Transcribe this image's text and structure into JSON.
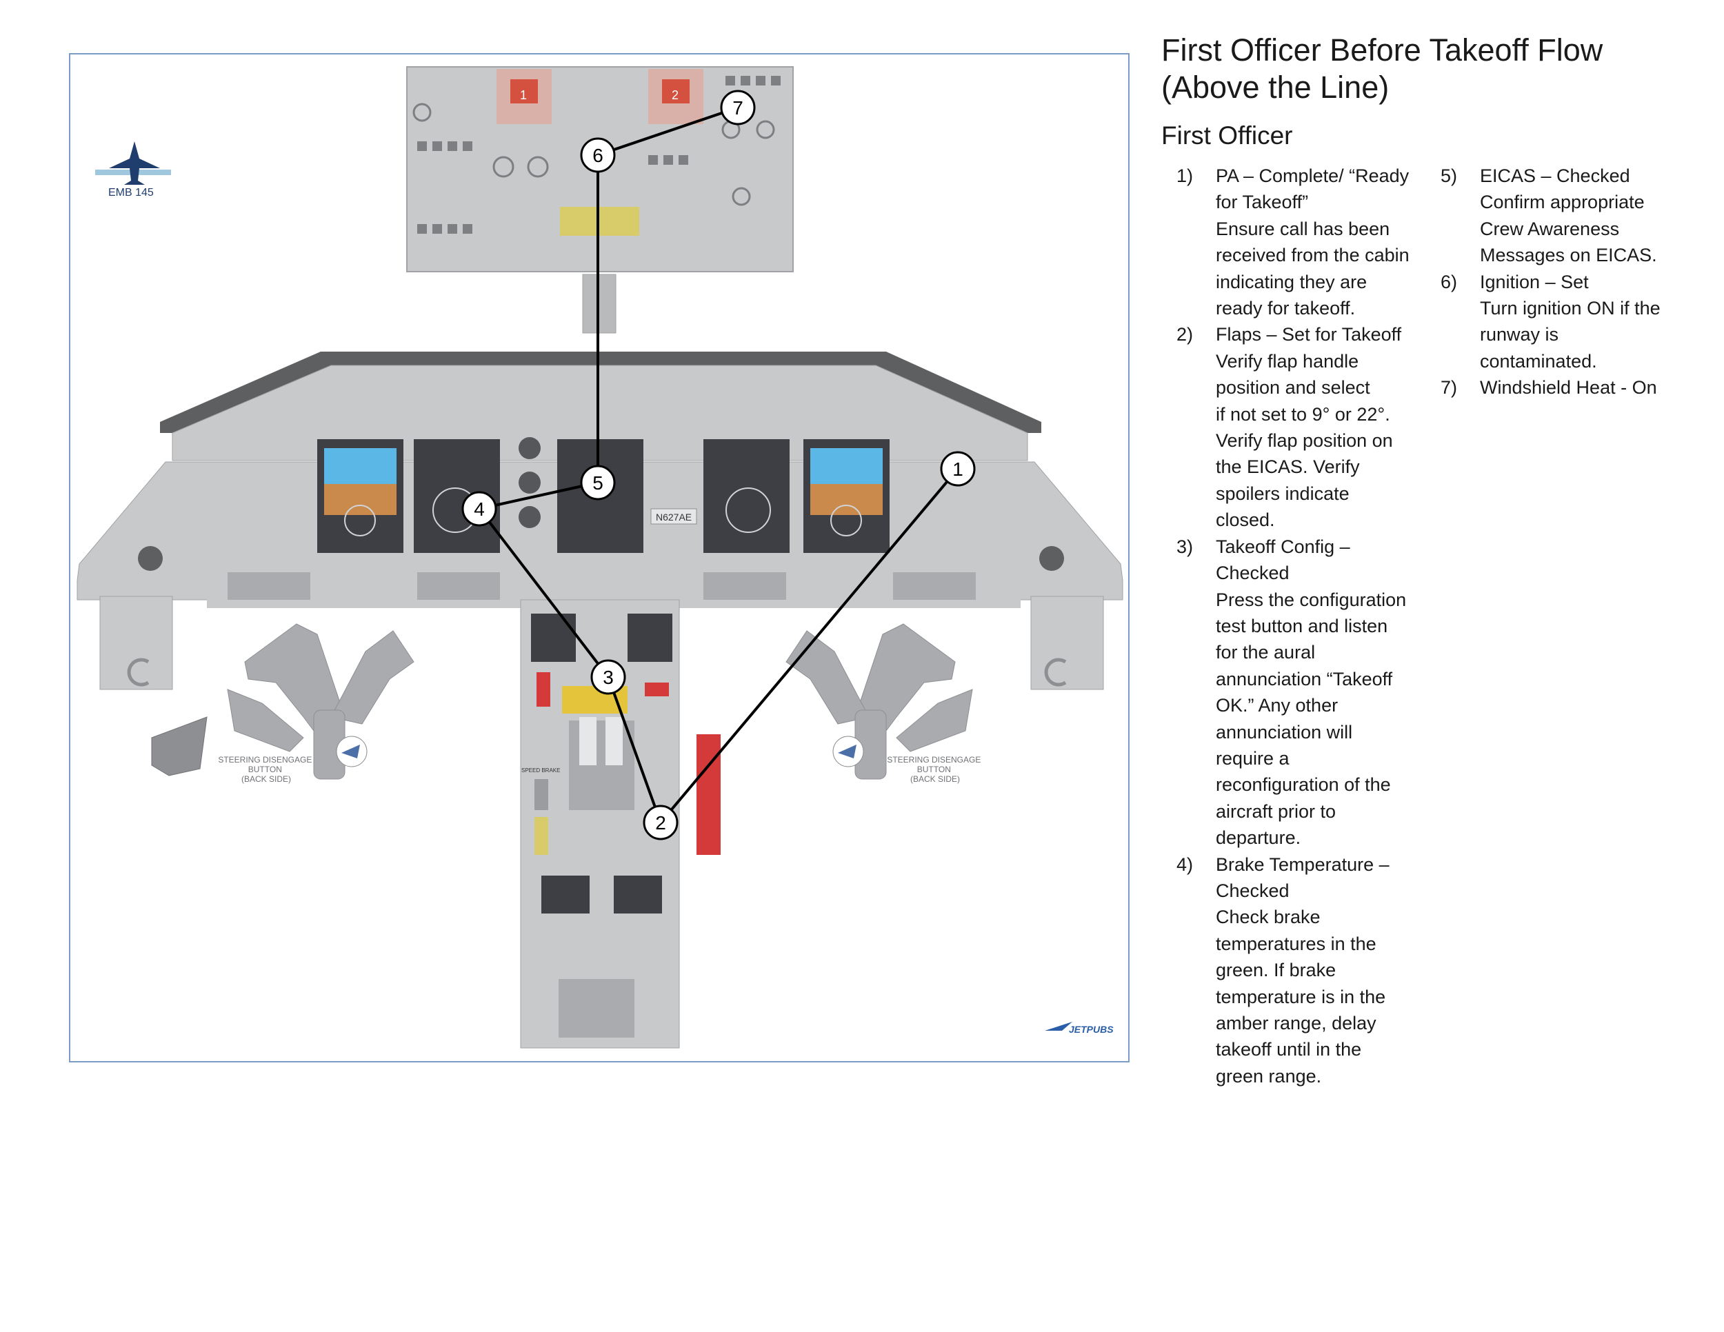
{
  "title": [
    "First Officer Before Takeoff Flow",
    "(Above the Line)"
  ],
  "subtitle": "First Officer",
  "left_column": [
    {
      "num": "1)",
      "lines": [
        "PA – Complete/ “Ready",
        "for Takeoff”",
        "Ensure call has been",
        "received from the cabin",
        "indicating they are",
        "ready for takeoff."
      ]
    },
    {
      "num": "2)",
      "lines": [
        "Flaps – Set for Takeoff",
        "Verify flap handle",
        "position and select",
        "if not set to 9° or 22°.",
        "Verify flap position on",
        "the EICAS. Verify",
        "spoilers indicate",
        "closed."
      ]
    },
    {
      "num": "3)",
      "lines": [
        "Takeoff Config –",
        "Checked",
        "Press the configuration",
        "test button and listen",
        "for the aural",
        "annunciation “Takeoff",
        "OK.” Any other",
        "annunciation will",
        "require a",
        "reconfiguration of the",
        "aircraft prior to",
        "departure."
      ]
    },
    {
      "num": "4)",
      "lines": [
        "Brake Temperature –",
        "Checked",
        "Check brake",
        "temperatures in the",
        "green. If brake",
        "temperature is in the",
        "amber range, delay",
        "takeoff until in the",
        "green range."
      ]
    }
  ],
  "right_column": [
    {
      "num": "5)",
      "lines": [
        "EICAS – Checked",
        "Confirm appropriate",
        "Crew Awareness",
        "Messages on EICAS."
      ]
    },
    {
      "num": "6)",
      "lines": [
        "Ignition – Set",
        "Turn ignition ON if the",
        "runway is",
        "contaminated."
      ]
    },
    {
      "num": "7)",
      "lines": [
        "Windshield Heat - On"
      ]
    }
  ],
  "diagram": {
    "logo_text": "EMB 145",
    "tail_number": "N627AE",
    "steering_label_left": [
      "STEERING DISENGAGE",
      "BUTTON",
      "(BACK SIDE)"
    ],
    "steering_label_right": [
      "STEERING DISENGAGE",
      "BUTTON",
      "(BACK SIDE)"
    ],
    "brand": "JETPUBS",
    "speed_brake_label": "SPEED BRAKE",
    "engine_labels": [
      "1",
      "2"
    ],
    "flow_markers": [
      "1",
      "2",
      "3",
      "4",
      "5",
      "6",
      "7"
    ],
    "colors": {
      "frame": "#7a9cc6",
      "panel": "#c8c9cb",
      "panel_dark": "#a9abae",
      "glare": "#5e5f61",
      "marker": "#000000",
      "brand": "#2a5ea8",
      "accent_red": "#d43a3a",
      "sky": "#5ab7e6",
      "ground": "#c98a4c"
    }
  }
}
